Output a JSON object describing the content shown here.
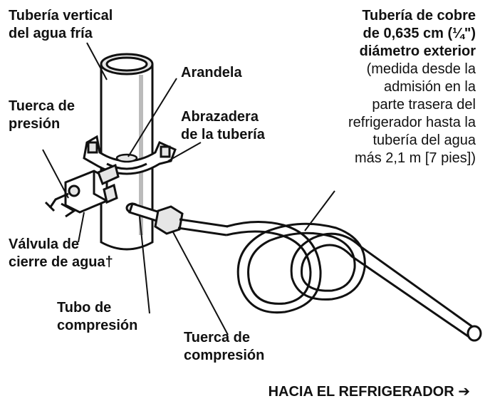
{
  "labels": {
    "pipe": [
      "Tubería vertical",
      "del agua fría"
    ],
    "washer": "Arandela",
    "nut": [
      "Tuerca de",
      "presión"
    ],
    "clamp": [
      "Abrazadera",
      "de la tubería"
    ],
    "valve": [
      "Válvula de",
      "cierre de agua†"
    ],
    "tube": [
      "Tubo de",
      "compresión"
    ],
    "cnut": [
      "Tuerca de",
      "compresión"
    ],
    "copper_bold": [
      "Tubería de cobre",
      "de 0,635 cm (¼\")",
      "diámetro exterior"
    ],
    "copper_note": [
      "(medida desde la",
      "admisión en la",
      "parte trasera del",
      "refrigerador hasta la",
      "tubería del agua",
      "más 2,1 m [7 pies])"
    ],
    "footer": "HACIA EL REFRIGERADOR ➔"
  },
  "colors": {
    "ink": "#111111",
    "paper": "#ffffff",
    "shade": "#cfcfcf"
  }
}
